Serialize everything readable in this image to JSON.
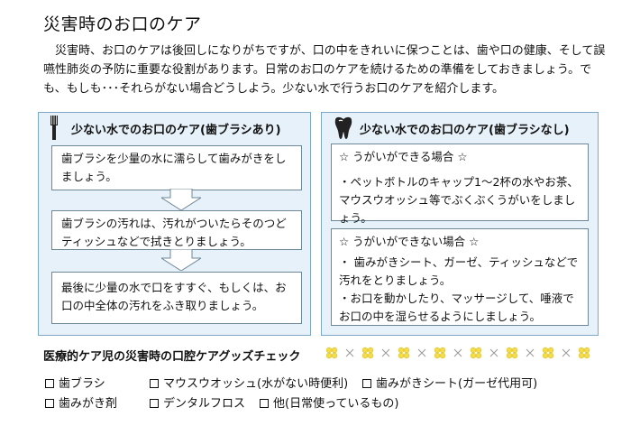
{
  "title": "災害時のお口のケア",
  "intro": "災害時、お口のケアは後回しになりがちですが、口の中をきれいに保つことは、歯や口の健康、そして誤嚥性肺炎の予防に重要な役割があります。日常のお口のケアを続けるための準備をしておきましょう。でも、もしも･･･それらがない場合どうしよう。少ない水で行うお口のケアを紹介します。",
  "left_panel": {
    "icon": "toothbrush-icon",
    "heading": "少ない水でのお口のケア(歯ブラシあり)",
    "steps": [
      "歯ブラシを少量の水に濡らして歯みがきをしましょう。",
      "歯ブラシの汚れは、汚れがついたらそのつどティッシュなどで拭きとりましょう。",
      "最後に少量の水で口をすすぐ、もしくは、お口の中全体の汚れをふき取りましょう。"
    ]
  },
  "right_panel": {
    "icon": "tooth-icon",
    "heading": "少ない水でのお口のケア(歯ブラシなし)",
    "boxes": [
      {
        "heading": "☆ うがいができる場合 ☆",
        "lines": [
          "・ペットボトルのキャップ1～2杯の水やお茶、マウスウオッシュ等でぶくぶくうがいをしましょう。"
        ]
      },
      {
        "heading": "☆ うがいができない場合 ☆",
        "lines": [
          "・ 歯みがきシート、ガーゼ、ティッシュなどで汚れをとりましょう。",
          "・お口を動かしたり、マッサージして、唾液でお口の中を湿らせるようにしましょう。"
        ]
      }
    ]
  },
  "checklist": {
    "title": "医療的ケア児の災害時の口腔ケアグッズチェック",
    "items": [
      "歯ブラシ",
      "マウスウオッシュ(水がない時便利)",
      "歯みがきシート(ガーゼ代用可)",
      "歯みがき剤",
      "デンタルフロス",
      "他(日常使っているもの)"
    ]
  },
  "colors": {
    "panel_bg": "#e6f1f9",
    "panel_border": "#7ea8c8",
    "arrow_fill": "#ffffff",
    "deco_yellow": "#f2dc4a"
  }
}
